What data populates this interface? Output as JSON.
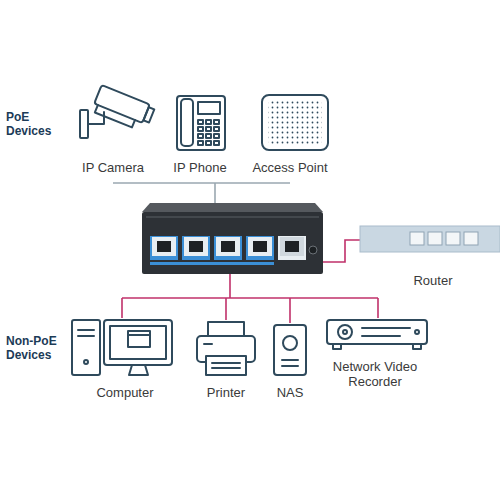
{
  "diagram": {
    "nodes": [
      {
        "text": [
          "IP Camera"
        ]
      },
      {
        "text": [
          "IP Phone"
        ]
      },
      {
        "text": [
          "Access Point"
        ]
      },
      {
        "text": [
          "Router"
        ]
      },
      {
        "text": [
          "Computer"
        ]
      },
      {
        "text": [
          "Printer"
        ]
      },
      {
        "text": [
          "NAS"
        ]
      },
      {
        "text": [
          "Network Video Recorder"
        ]
      }
    ],
    "labels": [
      "PoE Devices",
      "Non-PoE Devices"
    ]
  }
}
